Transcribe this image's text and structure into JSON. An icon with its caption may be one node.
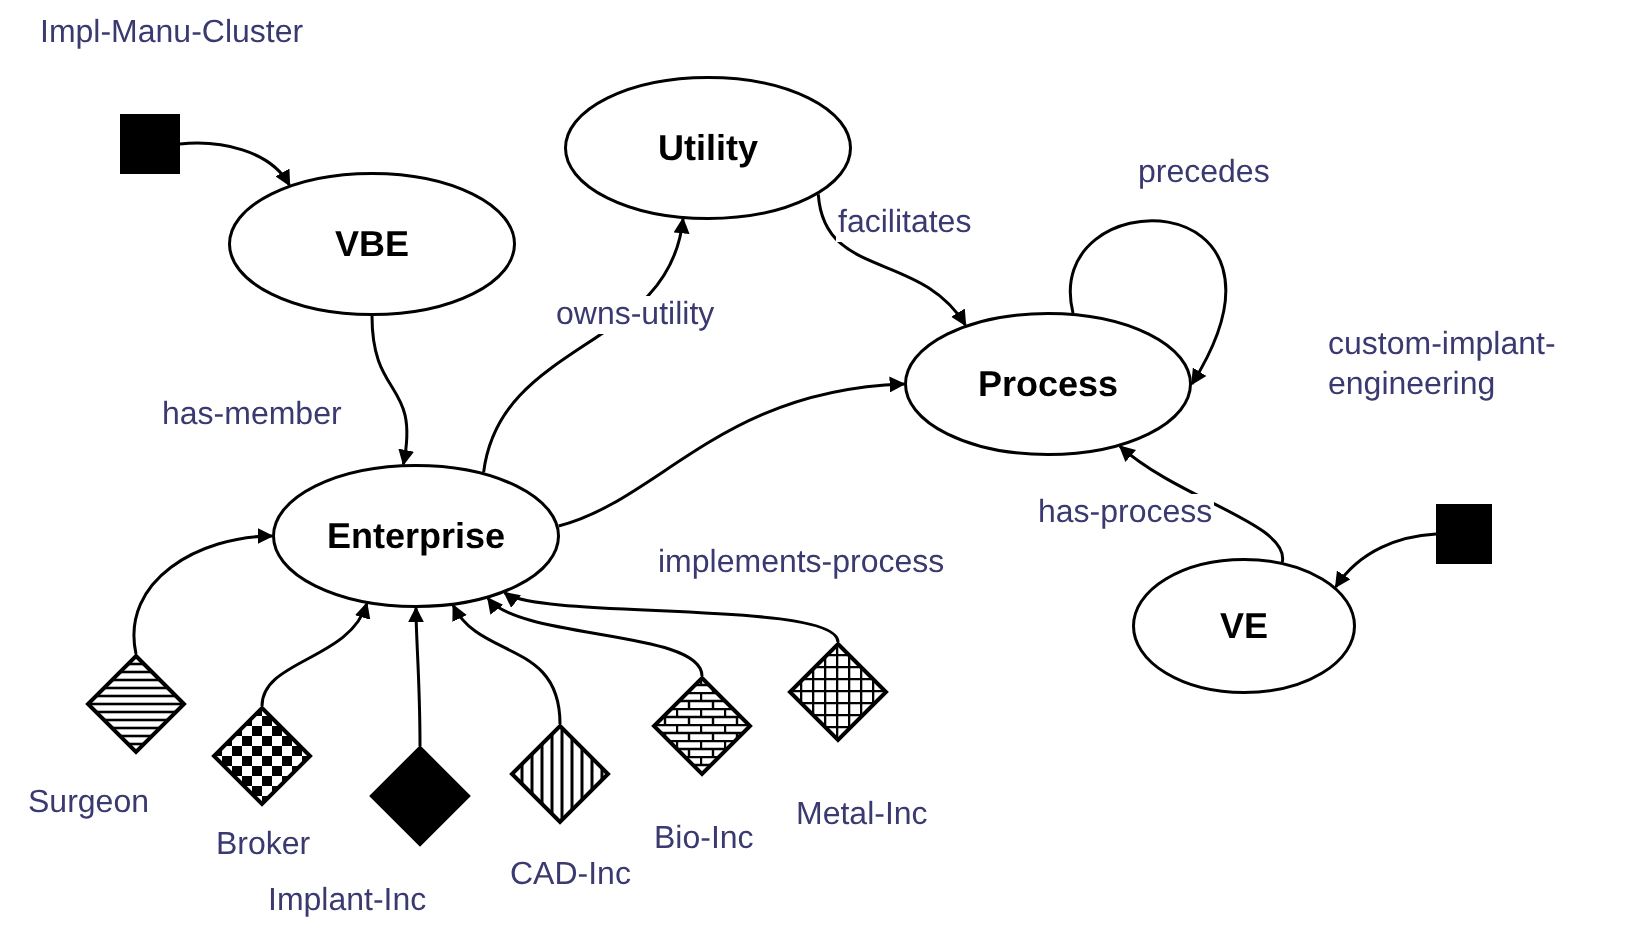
{
  "diagram": {
    "nodes": [
      {
        "text": [],
        "shape": "box",
        "beside": [
          "Impl-Manu-Cluster"
        ]
      },
      {
        "text": [
          "Utility"
        ]
      },
      {
        "text": [
          "VBE"
        ]
      },
      {
        "text": [
          "Process"
        ]
      },
      {
        "text": [
          "Enterprise"
        ]
      },
      {
        "text": [],
        "shape": "box",
        "beside": [
          "custom-implant-engineering"
        ]
      },
      {
        "text": [
          "VE"
        ]
      },
      {
        "text": [],
        "shape": "diamond",
        "beside": [
          "Surgeon"
        ]
      },
      {
        "text": [],
        "shape": "diamond",
        "beside": [
          "Broker"
        ]
      },
      {
        "text": [],
        "shape": "diamond",
        "beside": [
          "Implant-Inc"
        ]
      },
      {
        "text": [],
        "shape": "diamond",
        "beside": [
          "CAD-Inc"
        ]
      },
      {
        "text": [],
        "shape": "diamond",
        "beside": [
          "Bio-Inc"
        ]
      },
      {
        "text": [],
        "shape": "diamond",
        "beside": [
          "Metal-Inc"
        ]
      }
    ],
    "edges": [
      {
        "from": 0,
        "to": 2,
        "arrow": "to"
      },
      {
        "from": 2,
        "to": 4,
        "arrow": "to",
        "label": "has-member"
      },
      {
        "from": 4,
        "to": 1,
        "arrow": "to",
        "label": "owns-utility"
      },
      {
        "from": 1,
        "to": 3,
        "arrow": "to",
        "label": "facilitates"
      },
      {
        "from": 4,
        "to": 3,
        "arrow": "to",
        "label": "implements-process"
      },
      {
        "from": 3,
        "to": 3,
        "arrow": "to",
        "label": "precedes"
      },
      {
        "from": 6,
        "to": 3,
        "arrow": "to",
        "label": "has-process"
      },
      {
        "from": 5,
        "to": 6,
        "arrow": "to"
      },
      {
        "from": 7,
        "to": 4,
        "arrow": "to"
      },
      {
        "from": 8,
        "to": 4,
        "arrow": "to"
      },
      {
        "from": 9,
        "to": 4,
        "arrow": "to"
      },
      {
        "from": 10,
        "to": 4,
        "arrow": "to"
      },
      {
        "from": 11,
        "to": 4,
        "arrow": "to"
      },
      {
        "from": 12,
        "to": 4,
        "arrow": "to"
      }
    ]
  }
}
